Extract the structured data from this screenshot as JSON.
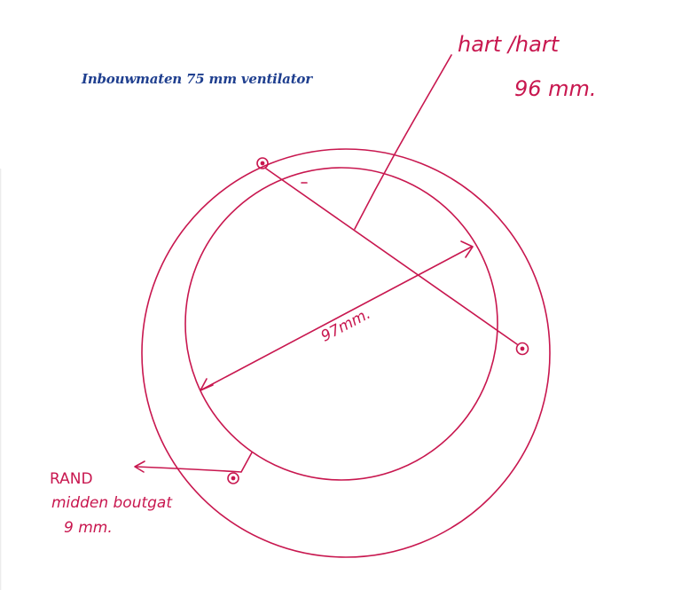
{
  "title": "Inbouwmaten 75 mm ventilator",
  "annotations": {
    "hart_line1": "hart /hart",
    "hart_line2": "96 mm.",
    "diameter": "97mm.",
    "rand_line1": "RAND",
    "rand_line2": "midden boutgat",
    "rand_line3": "9 mm."
  },
  "colors": {
    "ink": "#c8174f",
    "title": "#1f3f8f"
  }
}
